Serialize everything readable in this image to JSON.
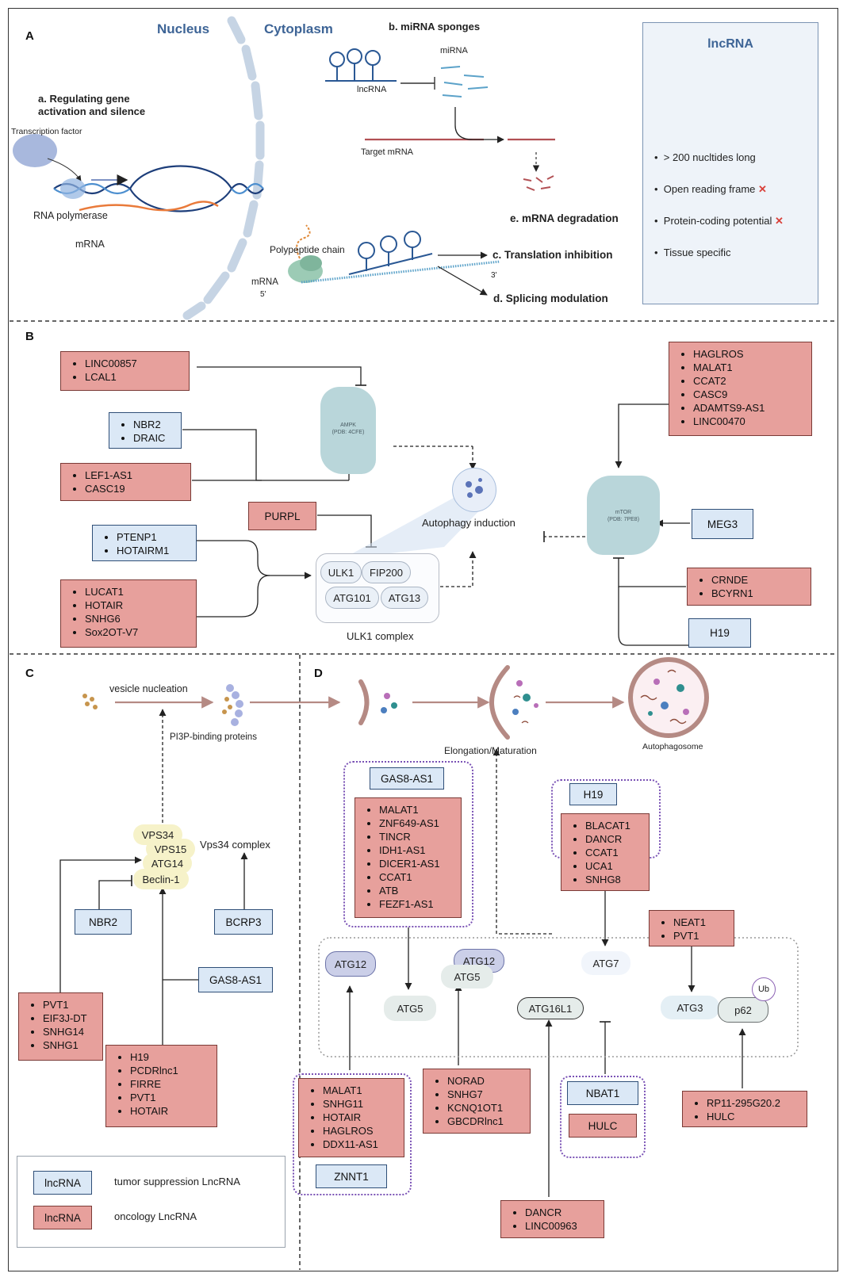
{
  "panel_letters": {
    "a": "A",
    "b": "B",
    "c": "C",
    "d": "D"
  },
  "panelA": {
    "nucleus": "Nucleus",
    "cytoplasm": "Cytoplasm",
    "section_a_line1": "a. Regulating gene",
    "section_a_line2": "activation and silence",
    "transcription_factor": "Transcription factor",
    "rna_polymerase": "RNA polymerase",
    "mrna": "mRNA",
    "mirna_sponges": "b. miRNA sponges",
    "mirna": "miRNA",
    "lncrna": "lncRNA",
    "target_mrna": "Target mRNA",
    "mrna_degradation": "e. mRNA degradation",
    "polypeptide_chain": "Polypeptide chain",
    "mrna2": "mRNA",
    "five_prime": "5'",
    "three_prime": "3'",
    "translation_inhibition": "c. Translation inhibition",
    "splicing_modulation": "d. Splicing modulation",
    "info_title": "lncRNA",
    "info_items": [
      "> 200 nucltides long",
      "Open reading frame",
      "Protein-coding potential",
      "Tissue specific"
    ],
    "cross_mark": "✕"
  },
  "panelB": {
    "box_linc00857": [
      "LINC00857",
      "LCAL1"
    ],
    "box_nbr2": [
      "NBR2",
      "DRAIC"
    ],
    "box_lef1": [
      "LEF1-AS1",
      "CASC19"
    ],
    "box_ptenp1": [
      "PTENP1",
      "HOTAIRM1"
    ],
    "box_lucat1": [
      "LUCAT1",
      "HOTAIR",
      "SNHG6",
      "Sox2OT-V7"
    ],
    "purpl": "PURPL",
    "ampk_line1": "AMPK",
    "ampk_line2": "(PDB: 4CFE)",
    "autophagy_induction": "Autophagy induction",
    "ulk1": "ULK1",
    "fip200": "FIP200",
    "atg101": "ATG101",
    "atg13": "ATG13",
    "ulk1_complex": "ULK1 complex",
    "box_haglros": [
      "HAGLROS",
      "MALAT1",
      "CCAT2",
      "CASC9",
      "ADAMTS9-AS1",
      "LINC00470"
    ],
    "meg3": "MEG3",
    "mtor_line1": "mTOR",
    "mtor_line2": "(PDB: 7PE8)",
    "box_crnde": [
      "CRNDE",
      "BCYRN1"
    ],
    "h19": "H19"
  },
  "panelC": {
    "vesicle_nucleation": "vesicle nucleation",
    "pi3p": "PI3P-binding proteins",
    "vps34": "VPS34",
    "vps15": "VPS15",
    "atg14": "ATG14",
    "beclin1": "Beclin-1",
    "vps34_complex": "Vps34 complex",
    "nbr2": "NBR2",
    "bcrp3": "BCRP3",
    "gas8": "GAS8-AS1",
    "box_pvt1": [
      "PVT1",
      "EIF3J-DT",
      "SNHG14",
      "SNHG1"
    ],
    "box_h19": [
      "H19",
      "PCDRlnc1",
      "FIRRE",
      "PVT1",
      "HOTAIR"
    ]
  },
  "legend": {
    "swatch_label": "lncRNA",
    "tumor": "tumor suppression LncRNA",
    "oncology": "oncology LncRNA"
  },
  "panelD": {
    "elongation": "Elongation/Maturation",
    "autophagosome": "Autophagosome",
    "gas8": "GAS8-AS1",
    "box_malat1": [
      "MALAT1",
      "ZNF649-AS1",
      "TINCR",
      "IDH1-AS1",
      "DICER1-AS1",
      "CCAT1",
      "ATB",
      "FEZF1-AS1"
    ],
    "h19": "H19",
    "box_blacat1": [
      "BLACAT1",
      "DANCR",
      "CCAT1",
      "UCA1",
      "SNHG8"
    ],
    "box_neat1": [
      "NEAT1",
      "PVT1"
    ],
    "atg12": "ATG12",
    "atg5": "ATG5",
    "atg12b": "ATG12",
    "atg5b": "ATG5",
    "atg16l1": "ATG16L1",
    "atg7": "ATG7",
    "atg3": "ATG3",
    "p62": "p62",
    "ub": "Ub",
    "box_malat1b": [
      "MALAT1",
      "SNHG11",
      "HOTAIR",
      "HAGLROS",
      "DDX11-AS1"
    ],
    "znnt1": "ZNNT1",
    "box_norad": [
      "NORAD",
      "SNHG7",
      "KCNQ1OT1",
      "GBCDRlnc1"
    ],
    "box_dancr": [
      "DANCR",
      "LINC00963"
    ],
    "nbat1": "NBAT1",
    "hulc": "HULC",
    "box_rp11": [
      "RP11-295G20.2",
      "HULC"
    ]
  },
  "colors": {
    "oncology_fill": "#e7a09c",
    "suppressor_fill": "#dbe8f6",
    "title_blue": "#3d6496",
    "arrow_brown": "#b58a84",
    "group_purple": "#7a52b5"
  }
}
